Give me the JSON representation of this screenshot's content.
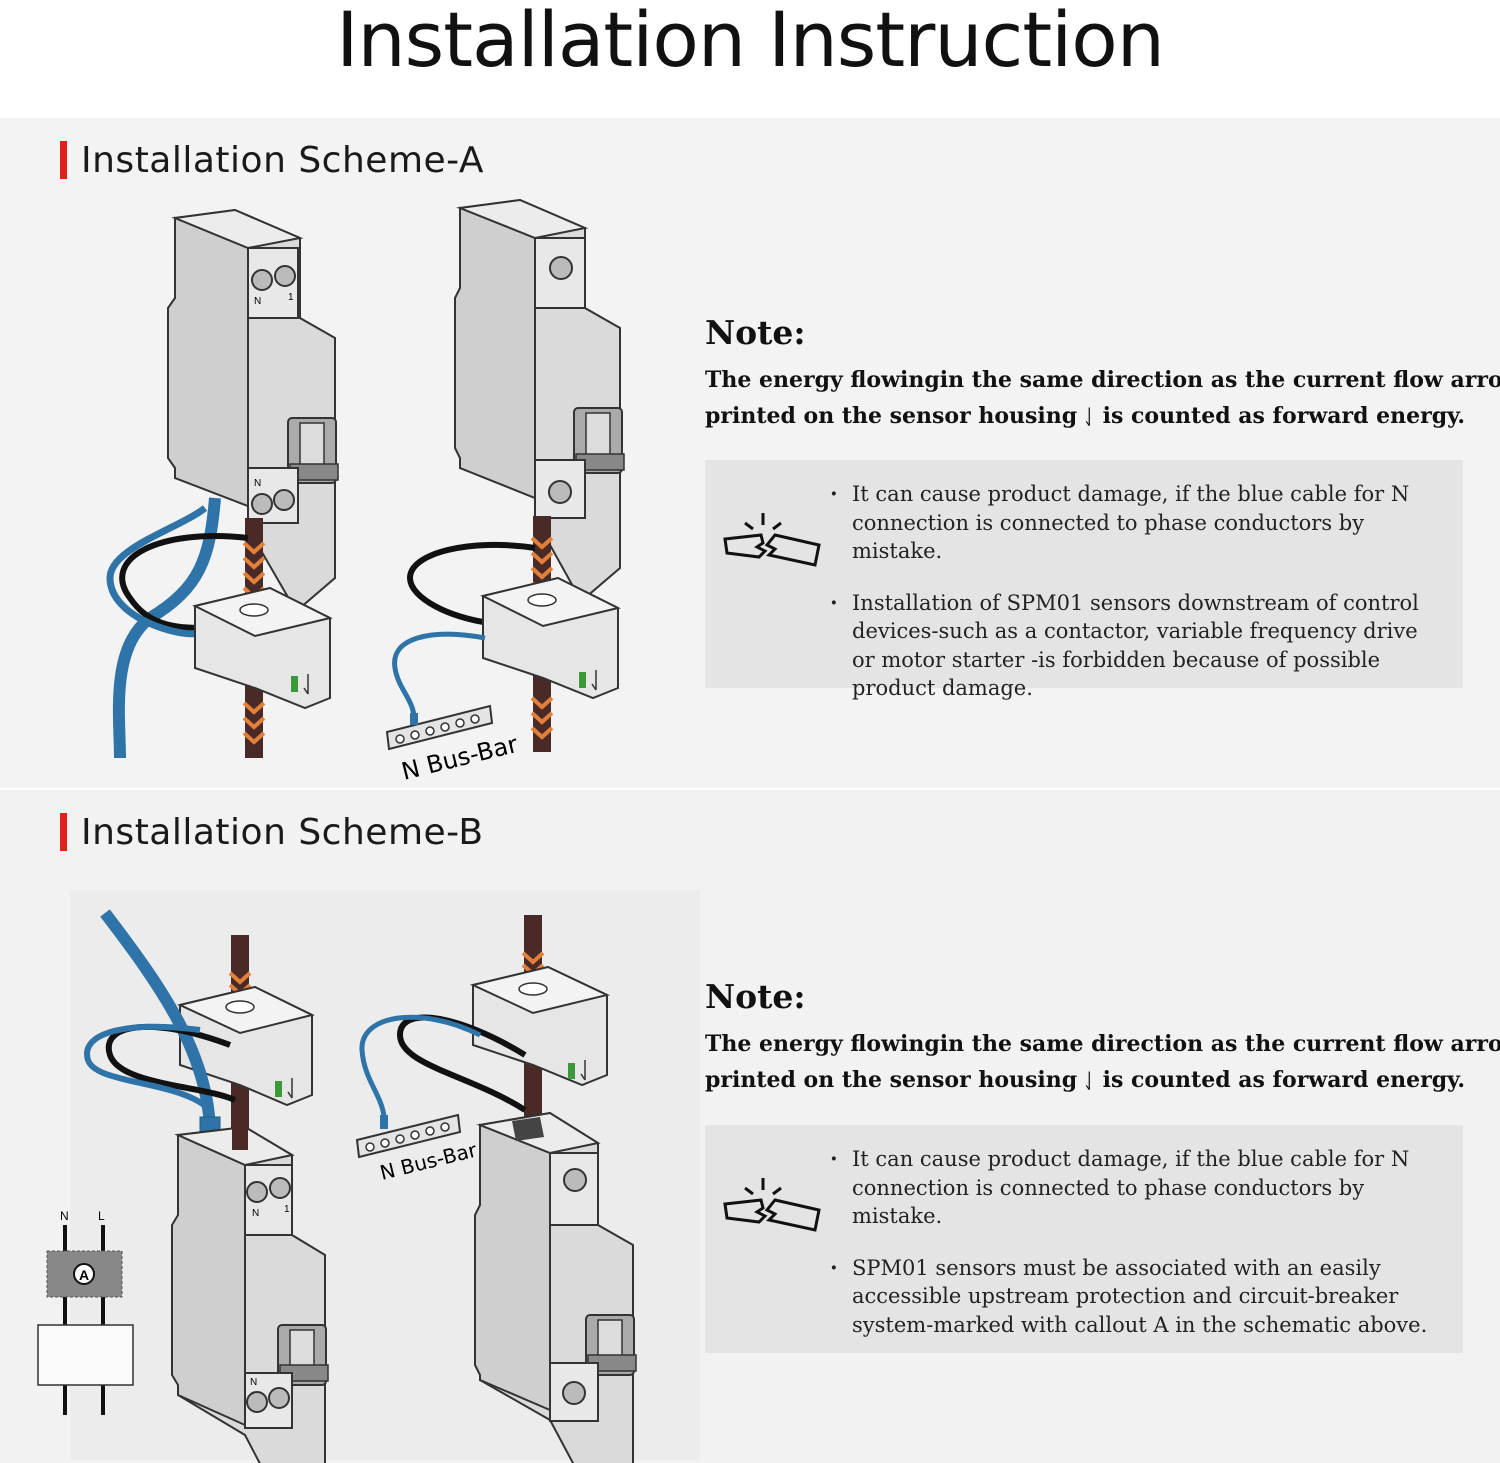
{
  "page": {
    "title": "Installation Instruction"
  },
  "schemes": [
    {
      "title": "Installation Scheme-A",
      "diagram": {
        "bus_bar_label": "N Bus-Bar",
        "breaker_labels": [
          "N",
          "1",
          "N"
        ]
      },
      "note": {
        "heading": "Note:",
        "line1_before": "The energy flowing",
        "line1_after": "in the same direction as the current flow arrow",
        "line2_before": "printed on the sensor housing",
        "line2_after": "is counted as forward energy."
      },
      "warnings": [
        "It can cause product damage, if the blue cable for N connection is connected to phase conductors by mistake.",
        "Installation of SPM01 sensors downstream of control devices-such as a contactor, variable frequency drive or motor starter -is forbidden because of possible product damage."
      ]
    },
    {
      "title": "Installation Scheme-B",
      "diagram": {
        "bus_bar_label": "N Bus-Bar",
        "breaker_labels": [
          "N",
          "1",
          "N"
        ],
        "callout_label": "A",
        "terminal_labels": [
          "N",
          "L"
        ]
      },
      "note": {
        "heading": "Note:",
        "line1_before": "The energy flowing",
        "line1_after": "in the same direction as the current flow arrow",
        "line2_before": "printed on the sensor housing",
        "line2_after": "is counted as forward energy."
      },
      "warnings": [
        "It can cause product damage, if the blue cable for N connection is connected to phase conductors by mistake.",
        "SPM01 sensors must be associated with an easily accessible upstream protection and circuit-breaker system-marked with callout A in the schematic above."
      ]
    }
  ],
  "colors": {
    "accent": "#e0201b",
    "cable_blue": "#2e74a8",
    "conductor_brown": "#4a2a26",
    "arrow_orange": "#e2803a",
    "device_grey": "#d9d9d9",
    "warn_box": "#e4e4e4"
  },
  "icons": [
    "chevron-energy-icon",
    "current-arrow-icon",
    "broken-product-icon"
  ]
}
